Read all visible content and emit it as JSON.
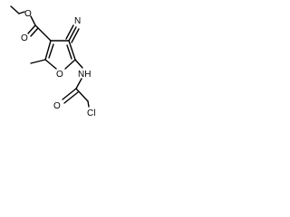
{
  "structure": {
    "atoms": {
      "o_carbonyl_ester": "O",
      "o_ester": "O",
      "n_nitrile": "N",
      "o_ring": "O",
      "n_amide": "NH",
      "o_carbonyl_amide": "O",
      "cl": "Cl"
    }
  }
}
